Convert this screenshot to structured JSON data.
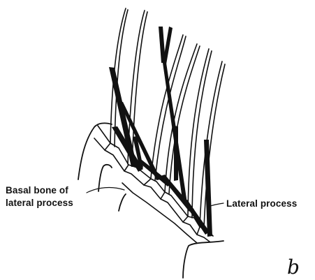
{
  "labels": {
    "basal_bone_line1": "Basal bone of",
    "basal_bone_line2": "lateral process",
    "lateral_process": "Lateral process"
  },
  "panel_letter": "b",
  "colors": {
    "ink": "#111111",
    "background": "#ffffff"
  }
}
